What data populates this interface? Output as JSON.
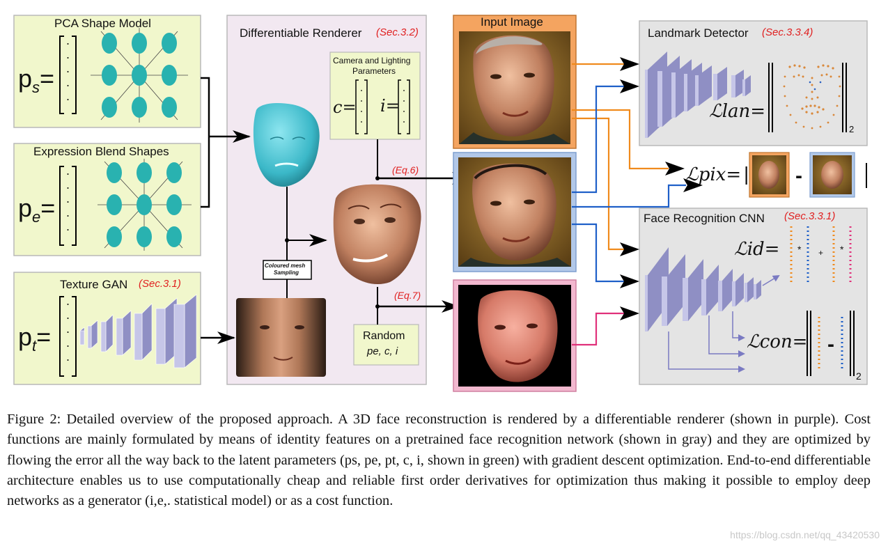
{
  "panels": {
    "pca_title": "PCA Shape Model",
    "expr_title": "Expression Blend Shapes",
    "texture_title": "Texture GAN",
    "texture_sec": "(Sec.3.1)",
    "renderer_title": "Differentiable Renderer",
    "renderer_sec": "(Sec.3.2)",
    "camera_title_1": "Camera and Lighting",
    "camera_title_2": "Parameters",
    "input_title": "Input Image",
    "landmark_title": "Landmark Detector",
    "landmark_sec": "(Sec.3.3.4)",
    "facerec_title": "Face Recognition CNN",
    "facerec_sec": "(Sec.3.3.1)"
  },
  "labels": {
    "ps_base": "p",
    "ps_sub": "s",
    "pe_base": "p",
    "pe_sub": "e",
    "pt_base": "p",
    "pt_sub": "t",
    "eq_sign": "=",
    "cam_c": "c",
    "cam_i": "i",
    "eq6": "(Eq.6)",
    "eq7": "(Eq.7)",
    "mesh_sampling_1": "Coloured mesh",
    "mesh_sampling_2": "Sampling",
    "random_title": "Random",
    "random_params": "pe, c, i",
    "l_lan": "ℒlan=",
    "l_pix": "ℒpix=",
    "l_id": "ℒid=",
    "l_con": "ℒcon=",
    "norm_sub": "2"
  },
  "caption": {
    "text": "Figure 2: Detailed overview of the proposed approach. A 3D face reconstruction is rendered by a differentiable renderer (shown in purple). Cost functions are mainly formulated by means of identity features on a pretrained face recognition network (shown in gray) and they are optimized by flowing the error all the way back to the latent parameters (ps, pe, pt, c, i, shown in green) with gradient descent optimization. End-to-end differentiable architecture enables us to use computationally cheap and reliable first order derivatives for optimization thus making it possible to employ deep networks as a generator (i,e,. statistical model) or as a cost function."
  },
  "watermark": "https://blog.csdn.net/qq_43420530",
  "colors": {
    "green_panel": "#f1f7cc",
    "purple_panel": "#f2e8f1",
    "gray_panel": "#e4e4e4",
    "input_orange": "#f4a460",
    "rendered_blue": "#b2c8e8",
    "tex_pink": "#f2b8cf",
    "arrow_orange": "#f08a1c",
    "arrow_blue": "#1e5fc8",
    "arrow_pink": "#e0307a",
    "net_purple": "#a9a9d6",
    "sec_red": "#e02020"
  }
}
